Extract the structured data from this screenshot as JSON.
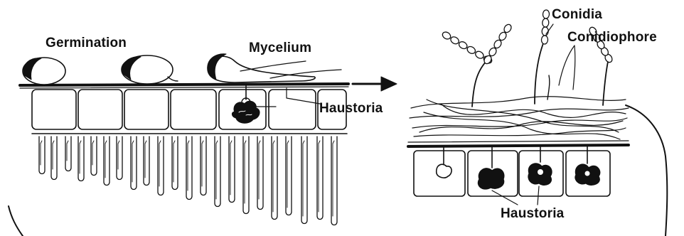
{
  "diagram": {
    "labels": {
      "germination": "Germination",
      "mycelium": "Mycelium",
      "haustoria_left": "Haustoria",
      "conidia": "Conidia",
      "conidiophore": "Conidiophore",
      "haustoria_right": "Haustoria"
    }
  },
  "colors": {
    "ink": "#111111",
    "background": "#ffffff"
  }
}
